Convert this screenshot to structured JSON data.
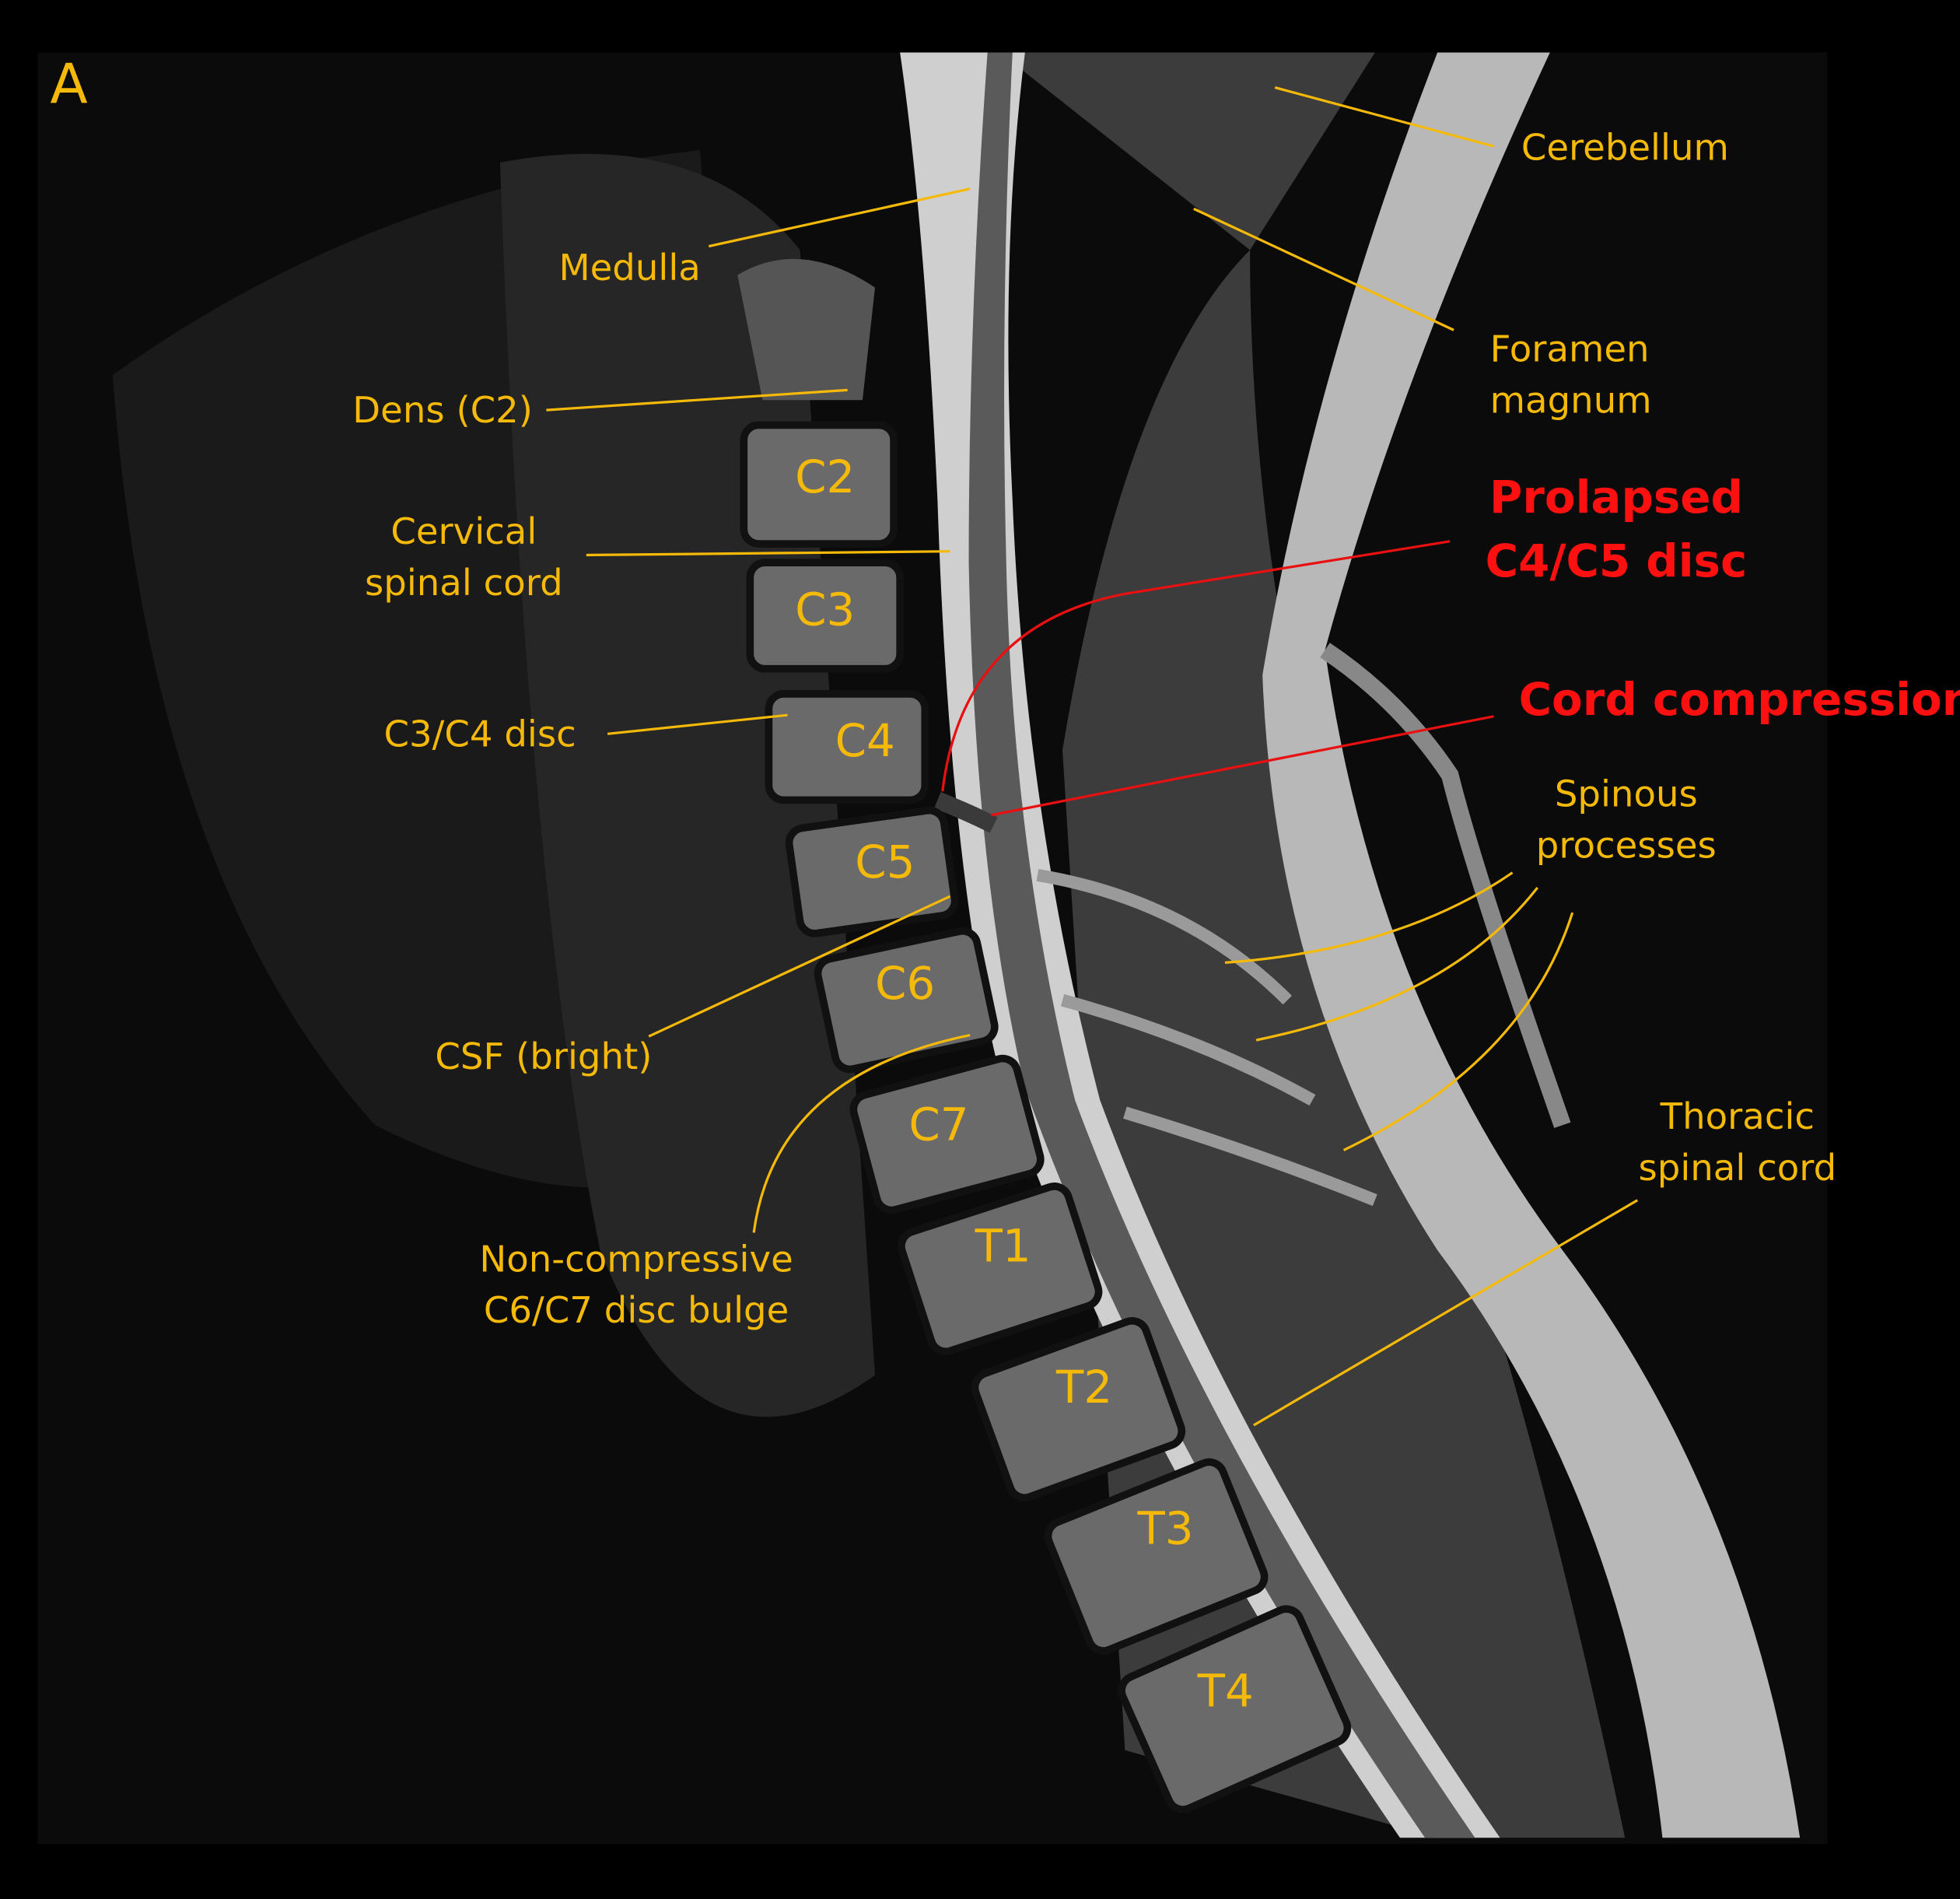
{
  "panel_label": "A",
  "colors": {
    "label": "#f5b90a",
    "highlight": "#ff1010",
    "background": "#000000"
  },
  "labels": {
    "cerebellum": "Cerebellum",
    "medulla": "Medulla",
    "foramen_magnum": [
      "Foramen",
      "magnum"
    ],
    "dens": "Dens (C2)",
    "cervical_cord": [
      "Cervical",
      "spinal cord"
    ],
    "prolapsed_disc": [
      "Prolapsed",
      "C4/C5 disc"
    ],
    "c3c4_disc": "C3/C4 disc",
    "cord_compression": "Cord compression",
    "spinous_processes": [
      "Spinous",
      "processes"
    ],
    "csf": "CSF (bright)",
    "thoracic_cord": [
      "Thoracic",
      "spinal cord"
    ],
    "disc_bulge": [
      "Non-compressive",
      "C6/C7 disc bulge"
    ]
  },
  "vertebrae": [
    "C2",
    "C3",
    "C4",
    "C5",
    "C6",
    "C7",
    "T1",
    "T2",
    "T3",
    "T4"
  ]
}
